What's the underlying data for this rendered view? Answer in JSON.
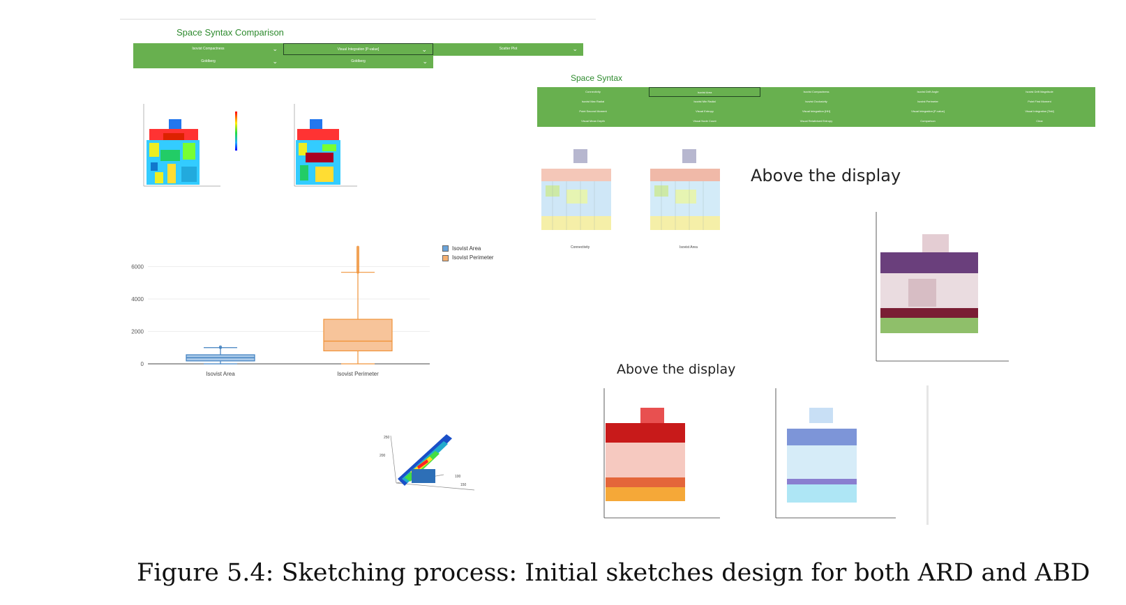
{
  "comparison": {
    "title": "Space Syntax Comparison",
    "row1": [
      {
        "label": "Isovist Compactness",
        "selected": false
      },
      {
        "label": "Visual Integration [P-value]",
        "selected": true
      },
      {
        "label": "Scatter Plot",
        "selected": false
      }
    ],
    "row2": [
      {
        "label": "Goldberg",
        "selected": false
      },
      {
        "label": "Goldberg",
        "selected": false
      }
    ]
  },
  "spacesyntax": {
    "title": "Space Syntax",
    "menu": [
      [
        "Connectivity",
        "Isovist Area",
        "Isovist Compactness",
        "Isovist Drift Angle",
        "Isovist Drift Magnitude"
      ],
      [
        "Isovist Max Radial",
        "Isovist Min Radial",
        "Isovist Occlusivity",
        "Isovist Perimeter",
        "Point First Moment"
      ],
      [
        "Point Second Moment",
        "Visual Entropy",
        "Visual Integration [HH]",
        "Visual Integration [P-value]",
        "Visual Integration [Tekl]"
      ],
      [
        "Visual Mean Depth",
        "Visual Node Count",
        "Visual Relativised Entropy",
        "Comparison",
        "Clear"
      ]
    ],
    "selected": "Isovist Area",
    "thumb_labels": [
      "Connectivity",
      "Isovist Area"
    ]
  },
  "notes": {
    "above1": "Above the display",
    "above2": "Above the display"
  },
  "chart_data": [
    {
      "type": "box",
      "categories": [
        "Isovist Area",
        "Isovist Perimeter"
      ],
      "legend": [
        "Isovist Area",
        "Isovist Perimeter"
      ],
      "legend_placement": "top-right",
      "series": [
        {
          "name": "Isovist Area",
          "min": 0,
          "q1": 180,
          "median": 380,
          "q3": 560,
          "max": 1000,
          "outliers_max": 1050,
          "color": "#3f7fbf"
        },
        {
          "name": "Isovist Perimeter",
          "min": 0,
          "q1": 800,
          "median": 1400,
          "q3": 2750,
          "max": 5650,
          "outliers_max": 7200,
          "color": "#f0933a"
        }
      ],
      "yticks": [
        0,
        2000,
        4000,
        6000
      ],
      "ylim": [
        0,
        7400
      ]
    }
  ],
  "caption": "Figure 5.4: Sketching process: Initial sketches design for both ARD and ABD",
  "colors": {
    "green": "#68b04f",
    "title_green": "#2d8a2d"
  }
}
